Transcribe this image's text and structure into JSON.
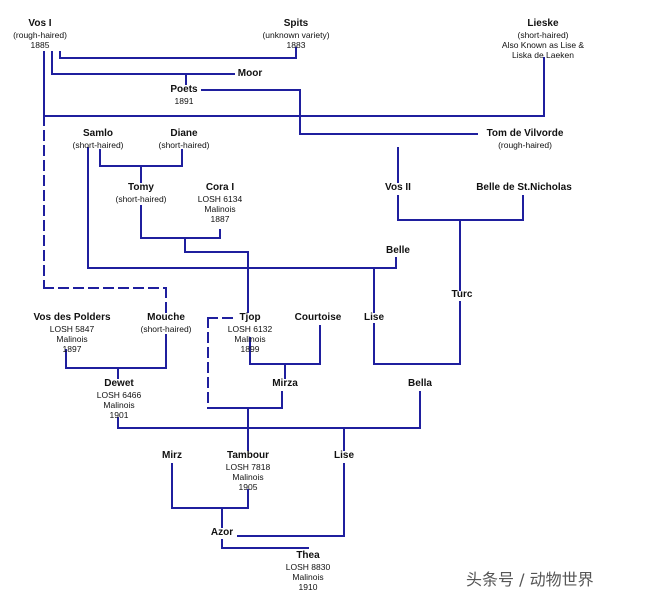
{
  "line_color": "#1f1f9e",
  "nodes": [
    {
      "id": "vos1",
      "name": "Vos I",
      "lines": [
        "(rough-haired)",
        "1885"
      ]
    },
    {
      "id": "spits",
      "name": "Spits",
      "lines": [
        "(unknown variety)",
        "1883"
      ]
    },
    {
      "id": "lieske",
      "name": "Lieske",
      "lines": [
        "(short-haired)",
        "Also Known as Lise &",
        "Liska de Laeken"
      ]
    },
    {
      "id": "moor",
      "name": "Moor",
      "lines": []
    },
    {
      "id": "poets",
      "name": "Poets",
      "lines": [
        "1891"
      ]
    },
    {
      "id": "samlo",
      "name": "Samlo",
      "lines": [
        "(short-haired)"
      ]
    },
    {
      "id": "diane",
      "name": "Diane",
      "lines": [
        "(short-haired)"
      ]
    },
    {
      "id": "tomdv",
      "name": "Tom de Vilvorde",
      "lines": [
        "(rough-haired)"
      ]
    },
    {
      "id": "tomy",
      "name": "Tomy",
      "lines": [
        "(short-haired)"
      ]
    },
    {
      "id": "cora",
      "name": "Cora I",
      "lines": [
        "LOSH 6134",
        "Malinois",
        "1887"
      ]
    },
    {
      "id": "vos2",
      "name": "Vos II",
      "lines": []
    },
    {
      "id": "belle_stn",
      "name": "Belle de St.Nicholas",
      "lines": []
    },
    {
      "id": "belle",
      "name": "Belle",
      "lines": []
    },
    {
      "id": "turc",
      "name": "Turc",
      "lines": []
    },
    {
      "id": "vdp",
      "name": "Vos des Polders",
      "lines": [
        "LOSH 5847",
        "Malinois",
        "1897"
      ]
    },
    {
      "id": "mouche",
      "name": "Mouche",
      "lines": [
        "(short-haired)"
      ]
    },
    {
      "id": "tjop",
      "name": "Tjop",
      "lines": [
        "LOSH 6132",
        "Malinois",
        "1899"
      ]
    },
    {
      "id": "courtoise",
      "name": "Courtoise",
      "lines": []
    },
    {
      "id": "lise1",
      "name": "Lise",
      "lines": []
    },
    {
      "id": "mirza",
      "name": "Mirza",
      "lines": []
    },
    {
      "id": "bella",
      "name": "Bella",
      "lines": []
    },
    {
      "id": "dewet",
      "name": "Dewet",
      "lines": [
        "LOSH 6466",
        "Malinois",
        "1901"
      ]
    },
    {
      "id": "mirz",
      "name": "Mirz",
      "lines": []
    },
    {
      "id": "tambour",
      "name": "Tambour",
      "lines": [
        "LOSH 7818",
        "Malinois",
        "1905"
      ]
    },
    {
      "id": "lise2",
      "name": "Lise",
      "lines": []
    },
    {
      "id": "azor",
      "name": "Azor",
      "lines": []
    },
    {
      "id": "thea",
      "name": "Thea",
      "lines": [
        "LOSH 8830",
        "Malinois",
        "1910"
      ]
    }
  ],
  "watermark": "头条号 / 动物世界"
}
